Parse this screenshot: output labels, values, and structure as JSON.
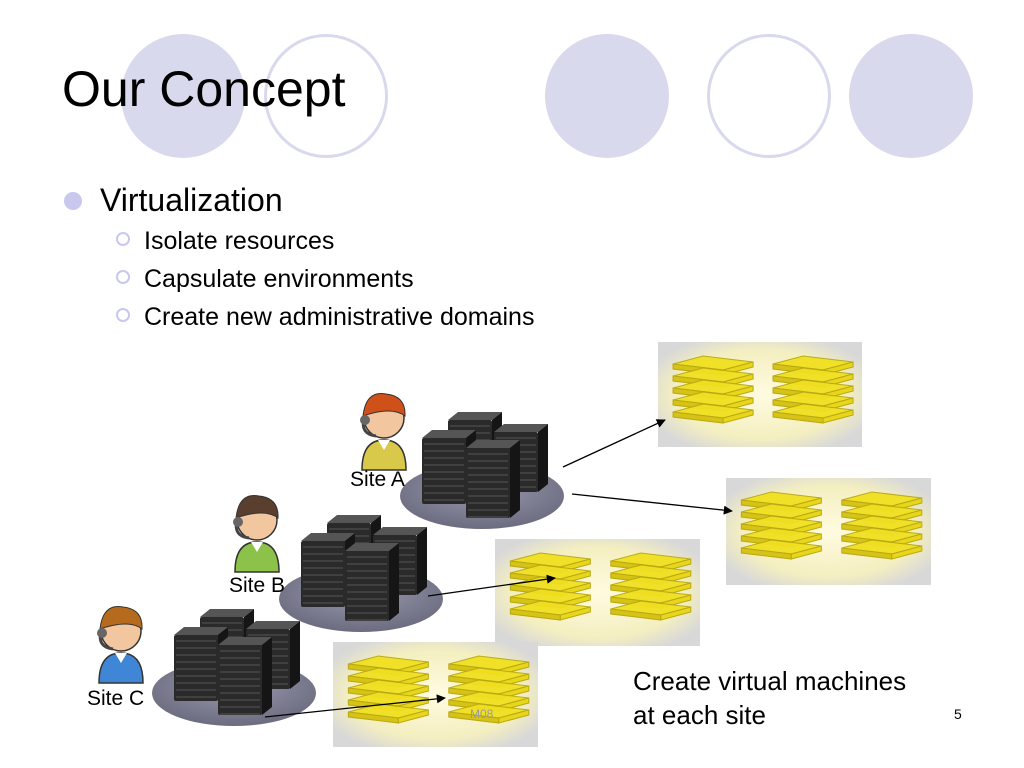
{
  "slide": {
    "title": "Our Concept",
    "bullets": [
      {
        "text": "Virtualization",
        "sub": [
          "Isolate resources",
          "Capsulate environments",
          "Create new administrative domains"
        ]
      }
    ]
  },
  "diagram": {
    "sites": [
      {
        "label": "Site A",
        "user_icon": "user-headset-icon",
        "hair_color": "#d0501a",
        "shirt_color": "#d8c94a"
      },
      {
        "label": "Site B",
        "user_icon": "user-headset-icon",
        "hair_color": "#5a3f2e",
        "shirt_color": "#8cc24a"
      },
      {
        "label": "Site C",
        "user_icon": "user-headset-icon",
        "hair_color": "#b56a1e",
        "shirt_color": "#3f86d6"
      }
    ],
    "server_icon": "server-rack-icon",
    "vm_icon": "virtual-machine-stack-icon",
    "caption_lines": [
      "Create virtual machines",
      "at each site"
    ]
  },
  "footer": {
    "center_text": "M08",
    "page_number": "5"
  },
  "colors": {
    "decor_circle": "#d9d9ee",
    "bullet": "#c8c8ef",
    "vm_yellow": "#f0e020",
    "server_dark": "#2a2a2a",
    "platform": "#7c7c90"
  }
}
